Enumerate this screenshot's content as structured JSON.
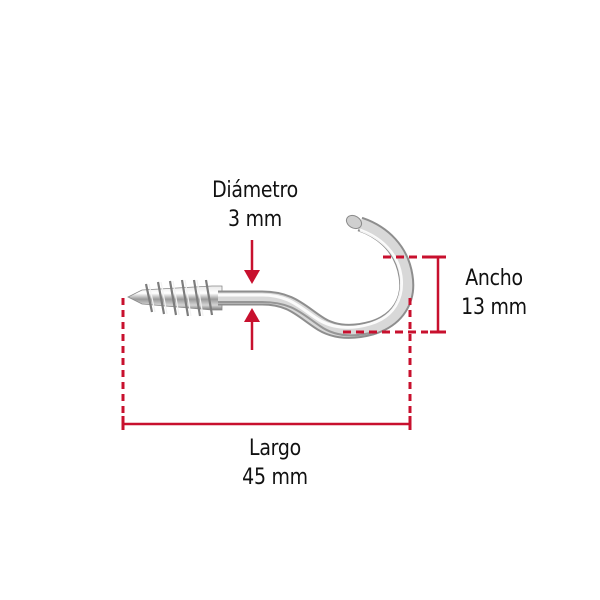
{
  "diagram": {
    "subject": "screw hook (armella tipo gancho)",
    "accent_color": "#c8102e",
    "dimensions": {
      "diameter": {
        "label": "Diámetro",
        "value": "3 mm"
      },
      "width": {
        "label": "Ancho",
        "value": "13 mm"
      },
      "length": {
        "label": "Largo",
        "value": "45 mm"
      }
    }
  }
}
